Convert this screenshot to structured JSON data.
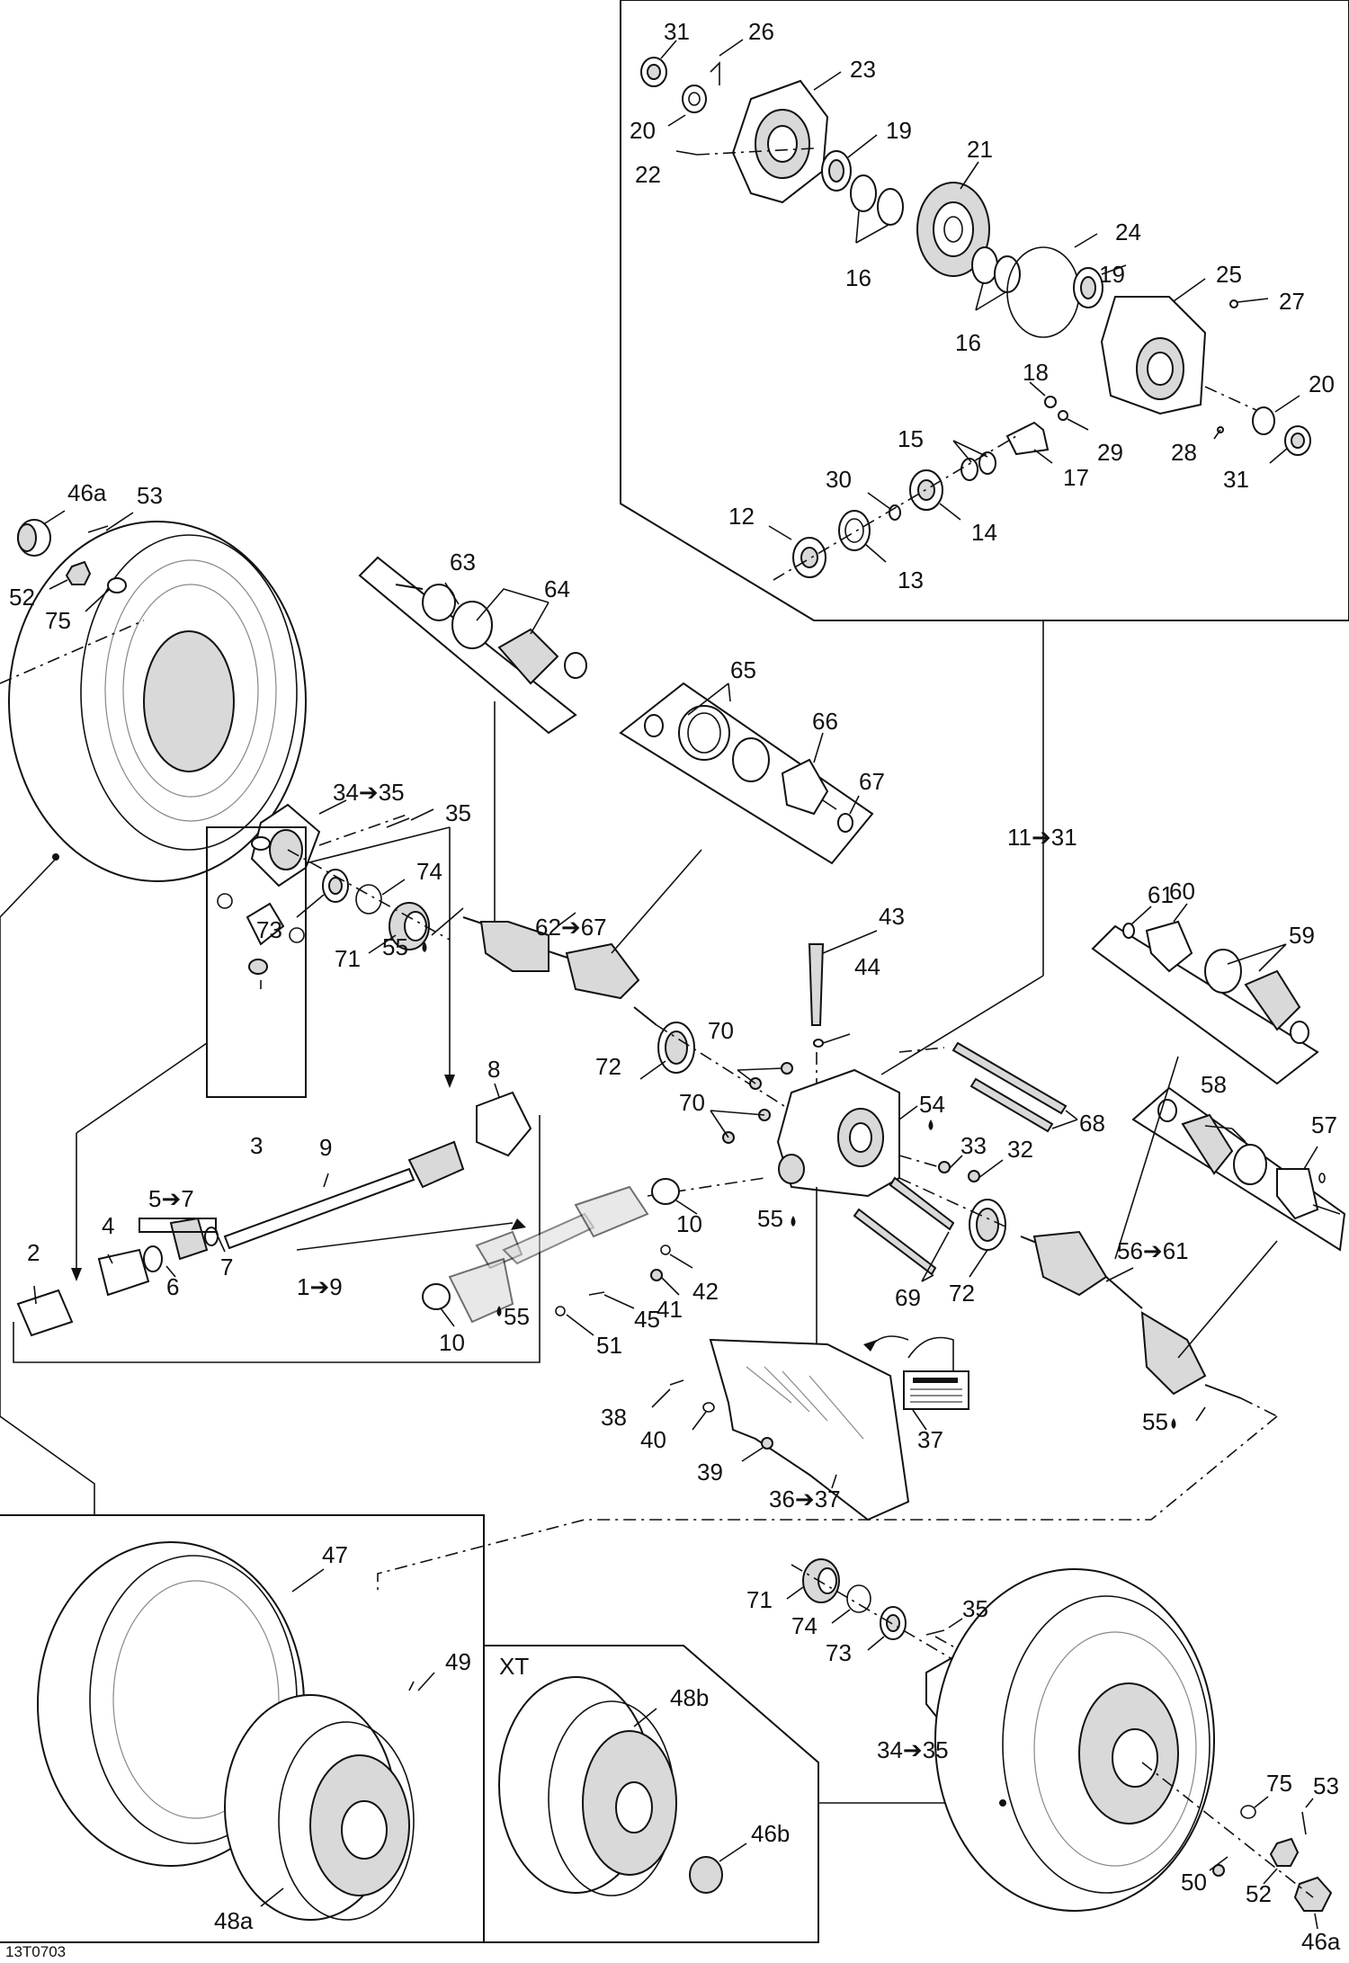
{
  "diagram": {
    "drawing_code": "13T0703",
    "inset_label": "XT",
    "callouts": {
      "c31a": "31",
      "c26": "26",
      "c23": "23",
      "c20a": "20",
      "c19a": "19",
      "c22": "22",
      "c21": "21",
      "c16a": "16",
      "c24": "24",
      "c16b": "16",
      "c19b": "19",
      "c25": "25",
      "c27": "27",
      "c18": "18",
      "c20b": "20",
      "c15": "15",
      "c29": "29",
      "c28": "28",
      "c17": "17",
      "c31b": "31",
      "c30": "30",
      "c12": "12",
      "c14": "14",
      "c13": "13",
      "c46a_top": "46a",
      "c53_top": "53",
      "c52_top": "52",
      "c75_top": "75",
      "c63": "63",
      "c64": "64",
      "c65": "65",
      "c66": "66",
      "c67": "67",
      "c34_35_top": "34➔35",
      "c35_top": "35",
      "c74_top": "74",
      "c73_top": "73",
      "c71_top": "71",
      "c55a": "55",
      "c62_67": "62➔67",
      "c11_31": "11➔31",
      "c61": "61",
      "c60": "60",
      "c59": "59",
      "c43": "43",
      "c44": "44",
      "c70a": "70",
      "c70b": "70",
      "c72a": "72",
      "c54": "54",
      "c68": "68",
      "c33": "33",
      "c32": "32",
      "c58": "58",
      "c57": "57",
      "c55b": "55",
      "c10a": "10",
      "c69": "69",
      "c72b": "72",
      "c56_61": "56➔61",
      "c42": "42",
      "c41": "41",
      "c45": "45",
      "c51": "51",
      "c10b": "10",
      "c55c": "55",
      "c55d": "55",
      "c3": "3",
      "c8": "8",
      "c9": "9",
      "c5_7": "5➔7",
      "c4": "4",
      "c2": "2",
      "c6": "6",
      "c7": "7",
      "c1_9": "1➔9",
      "c38": "38",
      "c40": "40",
      "c39": "39",
      "c37": "37",
      "c36_37": "36➔37",
      "c47": "47",
      "c49": "49",
      "c48a": "48a",
      "c48b": "48b",
      "c46b": "46b",
      "c71_bot": "71",
      "c74_bot": "74",
      "c73_bot": "73",
      "c35_bot": "35",
      "c34_35_bot": "34➔35",
      "c75_bot": "75",
      "c53_bot": "53",
      "c50": "50",
      "c52_bot": "52",
      "c46a_bot": "46a"
    }
  }
}
